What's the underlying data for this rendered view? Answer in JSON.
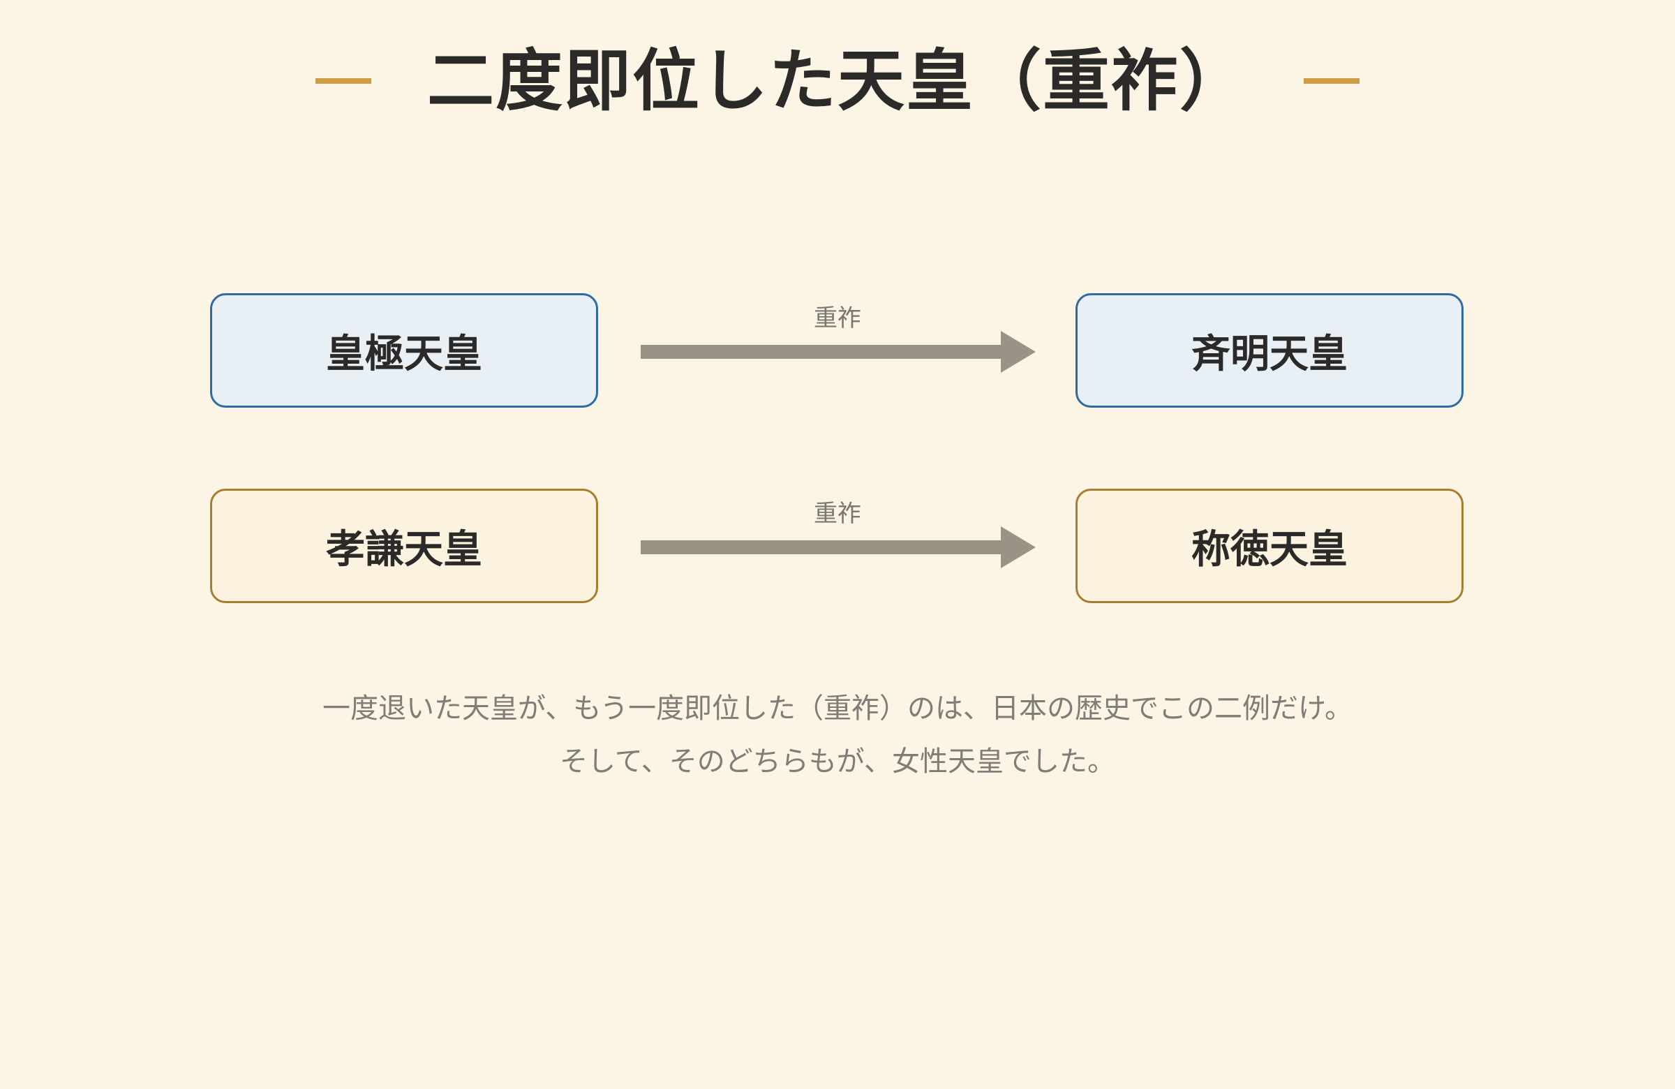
{
  "title": "二度即位した天皇（重祚）",
  "rows": [
    {
      "from": "皇極天皇",
      "to": "斉明天皇",
      "label": "重祚"
    },
    {
      "from": "孝謙天皇",
      "to": "称徳天皇",
      "label": "重祚"
    }
  ],
  "caption": {
    "line1": "一度退いた天皇が、もう一度即位した（重祚）のは、日本の歴史でこの二例だけ。",
    "line2": "そして、そのどちらもが、女性天皇でした。"
  },
  "colors": {
    "background": "#fcf5e6",
    "accent_gold": "#cc9d45",
    "row1_border": "#2f6aa0",
    "row1_fill": "#e8f0f6",
    "row2_border": "#a77d2e",
    "row2_fill": "#fbf3df",
    "arrow": "#9b9286"
  }
}
